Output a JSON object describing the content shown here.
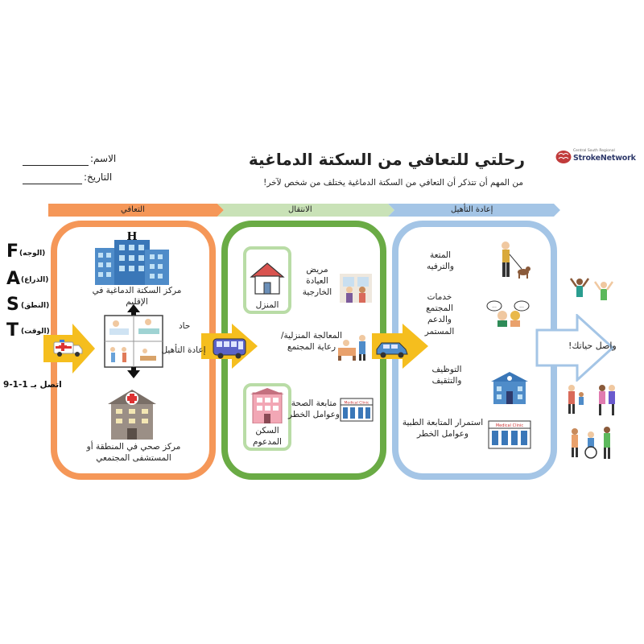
{
  "header": {
    "title": "رحلتي للتعافي من السكتة الدماغية",
    "subtitle": "من المهم أن تتذكر أن التعافي من السكتة الدماغية يختلف من شخص لآخر!",
    "logo_small": "Central South Regional",
    "logo_brand": "StrokeNetwork"
  },
  "form": {
    "name_label": "الاسم:",
    "date_label": "التاريخ:"
  },
  "stages": {
    "recovery": "التعافي",
    "transition": "الانتقال",
    "rehab": "إعادة التأهيل"
  },
  "fast": {
    "letters": [
      {
        "letter": "F",
        "word": "(الوجه)"
      },
      {
        "letter": "A",
        "word": "(الذراع)"
      },
      {
        "letter": "S",
        "word": "(النطق)"
      },
      {
        "letter": "T",
        "word": "(الوقت)"
      }
    ],
    "call": "اتصل بـ 1-1-9"
  },
  "recovery_box": {
    "regional_center": "مركز السكتة الدماغية في الإقليم",
    "acute": "حاد",
    "inpatient_rehab": "إعادة التأهيل",
    "community_hospital": "مركز صحي في المنطقة أو المستشفى المجتمعي"
  },
  "transition_box": {
    "home": "المنزل",
    "outpatient": "مريض العيادة الخارجية",
    "home_care": "المعالجة المنزلية/ رعاية المجتمع",
    "supportive_housing": "السكن المدعوم",
    "follow_up": "متابعة الصحة وعوامل الخطر"
  },
  "rehab_box": {
    "leisure": "المتعة والترفيه",
    "community_services": "خدمات المجتمع والدعم المستمر",
    "employment": "التوظيف والتثقيف",
    "ongoing_followup": "استمرار المتابعة الطبية وعوامل الخطر"
  },
  "destination": {
    "live_life": "واصل حياتك!"
  },
  "icons": {
    "hospital_sign_text": "Medical Clinic"
  },
  "colors": {
    "orange": "#f59758",
    "green": "#6aab45",
    "blue": "#a4c5e6",
    "yellow": "#f5be1e",
    "navy": "#2f3a6b"
  }
}
